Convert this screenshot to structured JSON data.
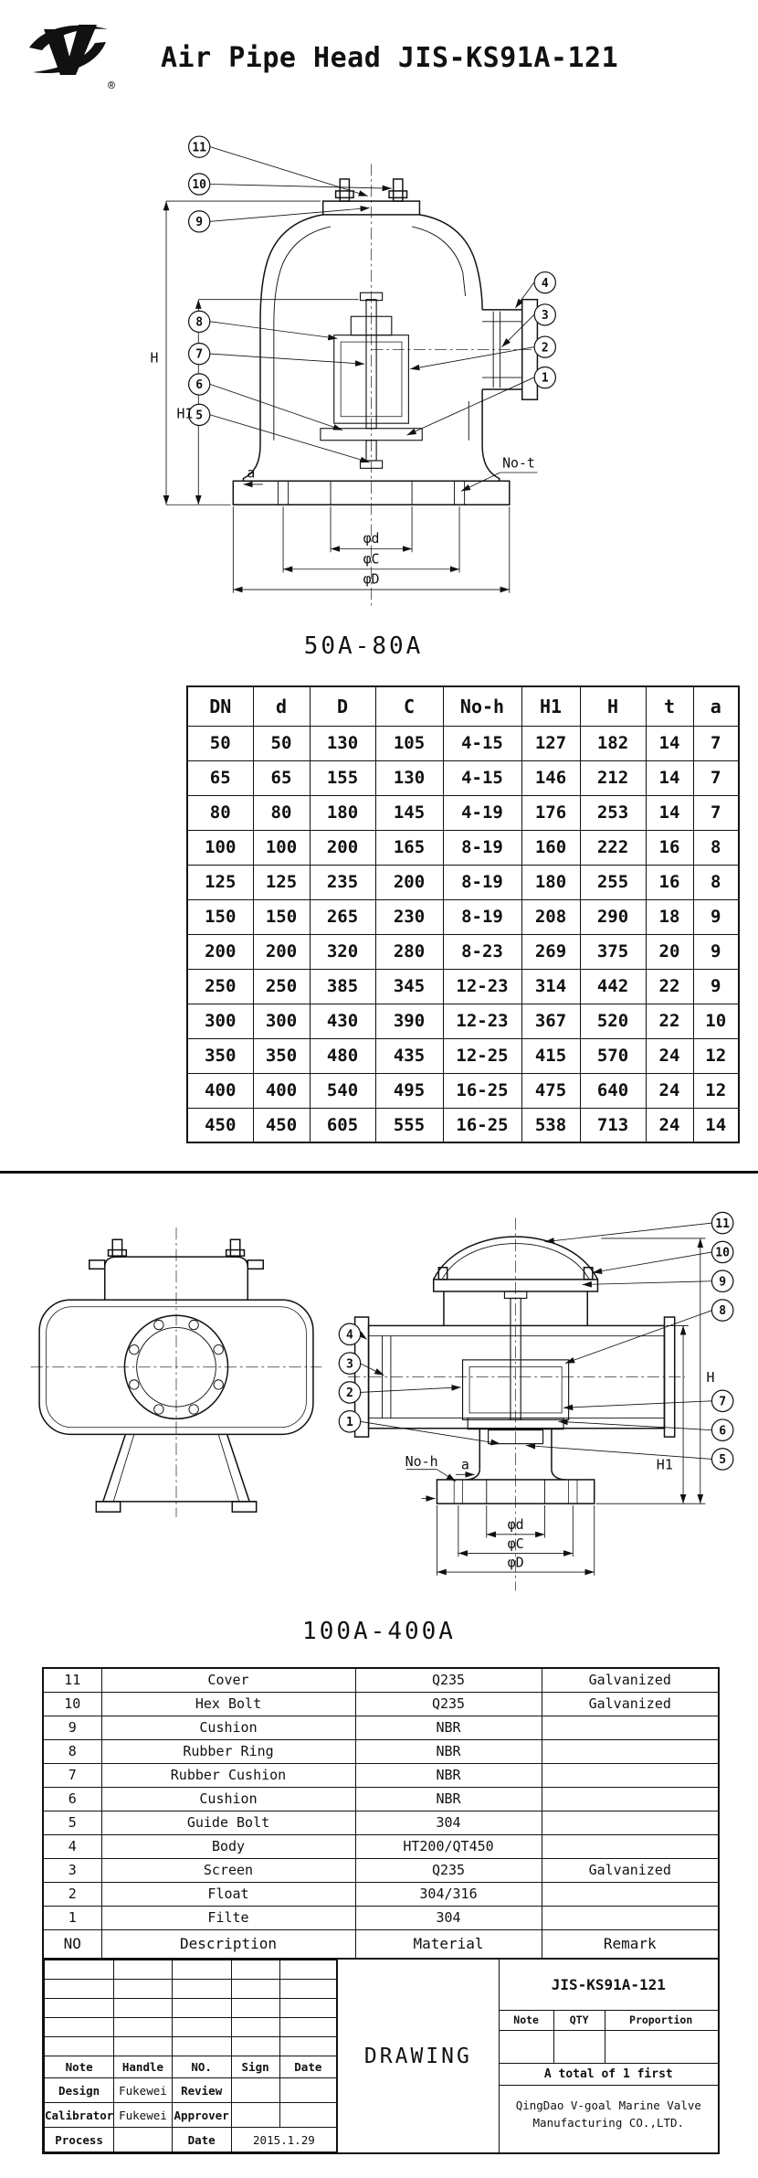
{
  "header": {
    "title": "Air Pipe Head JIS-KS91A-121",
    "registered_mark": "®"
  },
  "drawing_50a": {
    "caption": "50A-80A",
    "c11": "11",
    "c10": "10",
    "c9": "9",
    "c8": "8",
    "c7": "7",
    "c6": "6",
    "c5": "5",
    "c4": "4",
    "c3": "3",
    "c2": "2",
    "c1": "1",
    "H": "H",
    "H1": "H1",
    "a": "a",
    "no_t": "No-t",
    "phi_d": "φd",
    "phi_C": "φC",
    "phi_D": "φD"
  },
  "dimension_table": {
    "headers": [
      "DN",
      "d",
      "D",
      "C",
      "No-h",
      "H1",
      "H",
      "t",
      "a"
    ],
    "rows": [
      [
        "50",
        "50",
        "130",
        "105",
        "4-15",
        "127",
        "182",
        "14",
        "7"
      ],
      [
        "65",
        "65",
        "155",
        "130",
        "4-15",
        "146",
        "212",
        "14",
        "7"
      ],
      [
        "80",
        "80",
        "180",
        "145",
        "4-19",
        "176",
        "253",
        "14",
        "7"
      ],
      [
        "100",
        "100",
        "200",
        "165",
        "8-19",
        "160",
        "222",
        "16",
        "8"
      ],
      [
        "125",
        "125",
        "235",
        "200",
        "8-19",
        "180",
        "255",
        "16",
        "8"
      ],
      [
        "150",
        "150",
        "265",
        "230",
        "8-19",
        "208",
        "290",
        "18",
        "9"
      ],
      [
        "200",
        "200",
        "320",
        "280",
        "8-23",
        "269",
        "375",
        "20",
        "9"
      ],
      [
        "250",
        "250",
        "385",
        "345",
        "12-23",
        "314",
        "442",
        "22",
        "9"
      ],
      [
        "300",
        "300",
        "430",
        "390",
        "12-23",
        "367",
        "520",
        "22",
        "10"
      ],
      [
        "350",
        "350",
        "480",
        "435",
        "12-25",
        "415",
        "570",
        "24",
        "12"
      ],
      [
        "400",
        "400",
        "540",
        "495",
        "16-25",
        "475",
        "640",
        "24",
        "12"
      ],
      [
        "450",
        "450",
        "605",
        "555",
        "16-25",
        "538",
        "713",
        "24",
        "14"
      ]
    ]
  },
  "drawing_100a": {
    "caption": "100A-400A",
    "c11": "11",
    "c10": "10",
    "c9": "9",
    "c8": "8",
    "c7": "7",
    "c6": "6",
    "c5": "5",
    "c4": "4",
    "c3": "3",
    "c2": "2",
    "c1": "1",
    "H": "H",
    "H1": "H1",
    "a": "a",
    "no_h": "No-h",
    "phi_d": "φd",
    "phi_C": "φC",
    "phi_D": "φD"
  },
  "parts_table": {
    "rows": [
      {
        "no": "11",
        "desc": "Cover",
        "material": "Q235",
        "remark": "Galvanized"
      },
      {
        "no": "10",
        "desc": "Hex Bolt",
        "material": "Q235",
        "remark": "Galvanized"
      },
      {
        "no": "9",
        "desc": "Cushion",
        "material": "NBR",
        "remark": ""
      },
      {
        "no": "8",
        "desc": "Rubber Ring",
        "material": "NBR",
        "remark": ""
      },
      {
        "no": "7",
        "desc": "Rubber Cushion",
        "material": "NBR",
        "remark": ""
      },
      {
        "no": "6",
        "desc": "Cushion",
        "material": "NBR",
        "remark": ""
      },
      {
        "no": "5",
        "desc": "Guide Bolt",
        "material": "304",
        "remark": ""
      },
      {
        "no": "4",
        "desc": "Body",
        "material": "HT200/QT450",
        "remark": ""
      },
      {
        "no": "3",
        "desc": "Screen",
        "material": "Q235",
        "remark": "Galvanized"
      },
      {
        "no": "2",
        "desc": "Float",
        "material": "304/316",
        "remark": ""
      },
      {
        "no": "1",
        "desc": "Filte",
        "material": "304",
        "remark": ""
      }
    ],
    "footer": {
      "no": "NO",
      "desc": "Description",
      "material": "Material",
      "remark": "Remark"
    }
  },
  "title_block": {
    "drawing_number": "JIS-KS91A-121",
    "drawing_label": "DRAWING",
    "header_row": {
      "note": "Note",
      "handle": "Handle",
      "no": "NO.",
      "sign": "Sign",
      "date": "Date"
    },
    "design_label": "Design",
    "design_name": "Fukewei",
    "review_label": "Review",
    "calibrator_label": "Calibrator",
    "calibrator_name": "Fukewei",
    "approver_label": "Approver",
    "process_label": "Process",
    "date_label": "Date",
    "date_value": "2015.1.29",
    "qty_row": {
      "note": "Note",
      "qty": "QTY",
      "proportion": "Proportion"
    },
    "total_note": "A total of 1 first",
    "company_line1": "QingDao V-goal Marine Valve",
    "company_line2": "Manufacturing CO.,LTD."
  }
}
